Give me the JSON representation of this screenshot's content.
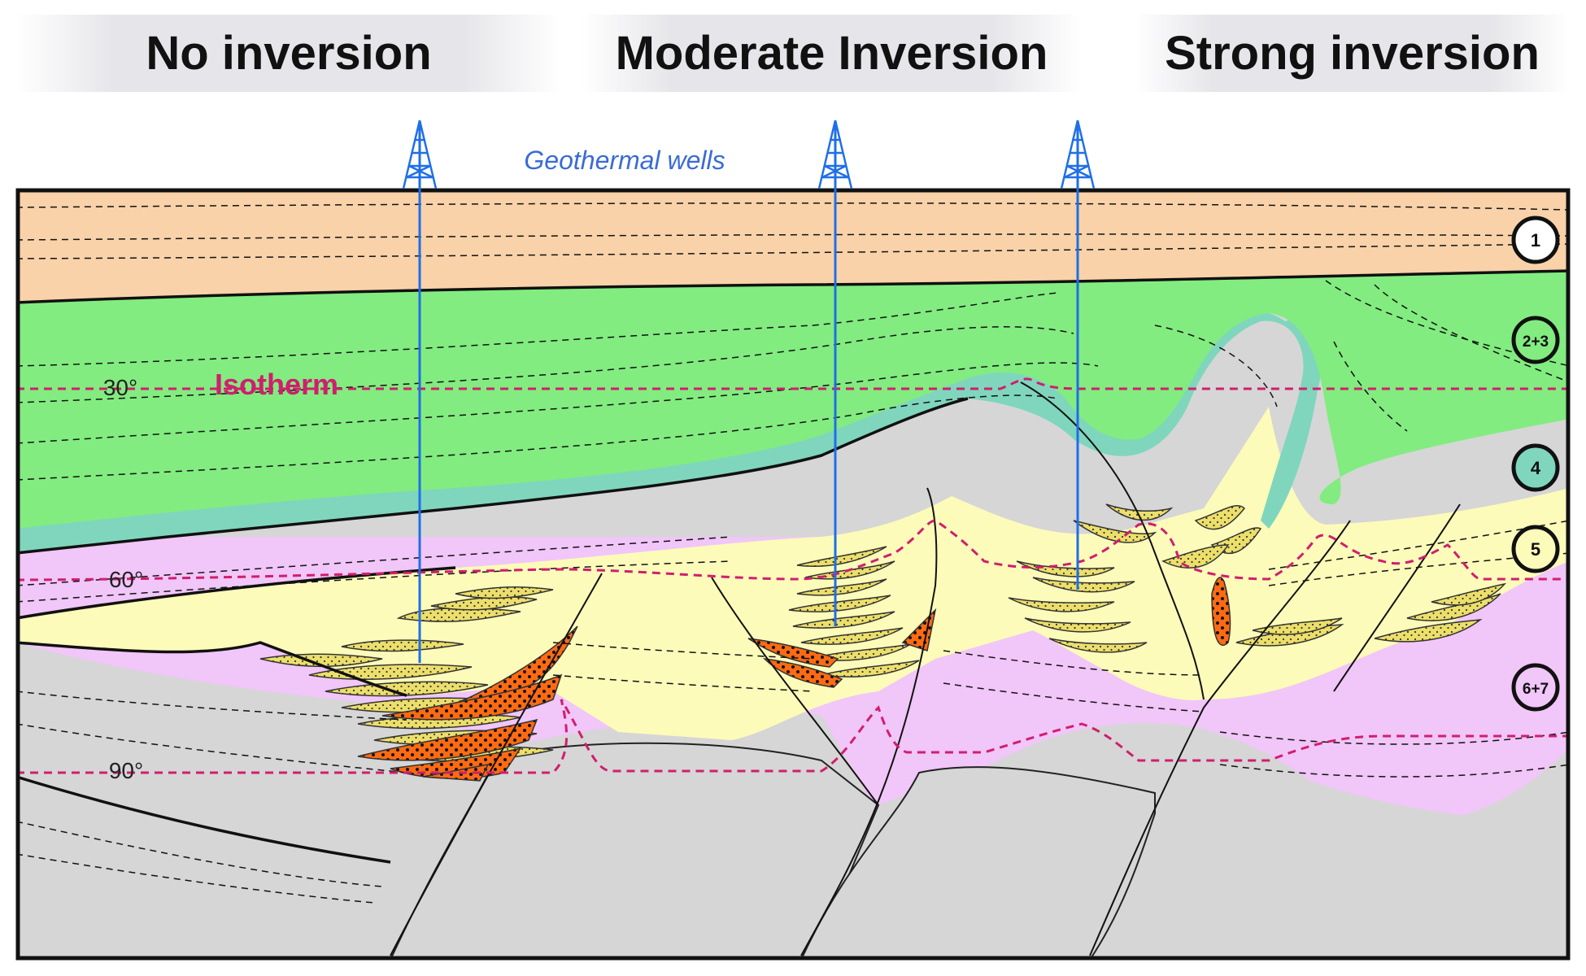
{
  "headers": [
    "No inversion",
    "Moderate Inversion",
    "Strong inversion"
  ],
  "wells_label": "Geothermal wells",
  "isotherm_label": "Isotherm",
  "isotherms": [
    "30°",
    "60°",
    "90°"
  ],
  "units": [
    "1",
    "2+3",
    "4",
    "5",
    "6+7"
  ],
  "colors": {
    "unit_1": "#f9d2a9",
    "unit_2_3": "#82ec80",
    "unit_4": "#7fd6bd",
    "unit_5": "#fcfbba",
    "unit_6_7": "#f1c6f8",
    "basement": "#d6d6d6",
    "sand_bodies": "#ecdf6a",
    "coarse_deposits": "#fc6a12",
    "isotherm_line": "#d11e6e",
    "well": "#1f6fe8"
  }
}
